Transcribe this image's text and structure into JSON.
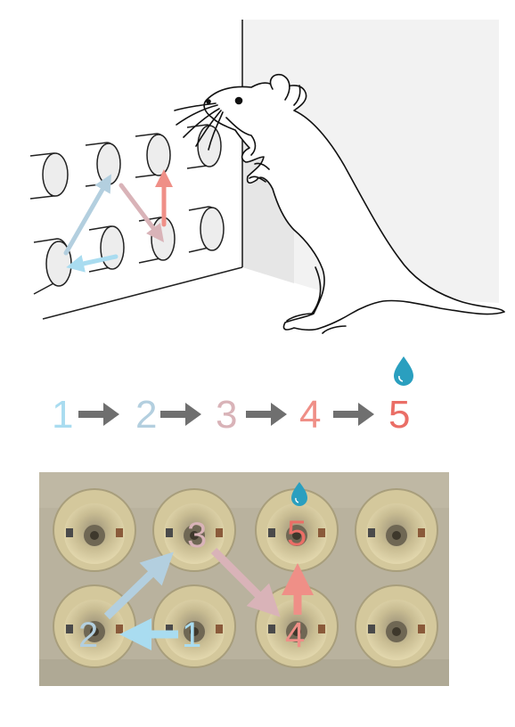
{
  "sequence": {
    "steps": [
      {
        "label": "1",
        "color": "#a9dcf0"
      },
      {
        "label": "2",
        "color": "#b3cfdf"
      },
      {
        "label": "3",
        "color": "#d9b3b8"
      },
      {
        "label": "4",
        "color": "#ef8f87"
      },
      {
        "label": "5",
        "color": "#ea6e66"
      }
    ],
    "arrow_color": "#6f6f6f",
    "reward_icon": "water-drop-icon",
    "reward_color": "#2a9fbf"
  },
  "photo": {
    "port_labels": {
      "p1": "1",
      "p2": "2",
      "p3": "3",
      "p4": "4",
      "p5": "5"
    },
    "background_color": "#b9b29e",
    "port_color": "#d4c89c"
  },
  "illustration": {
    "subject_icon": "mouse-icon",
    "walls": "corner-with-port-array"
  }
}
